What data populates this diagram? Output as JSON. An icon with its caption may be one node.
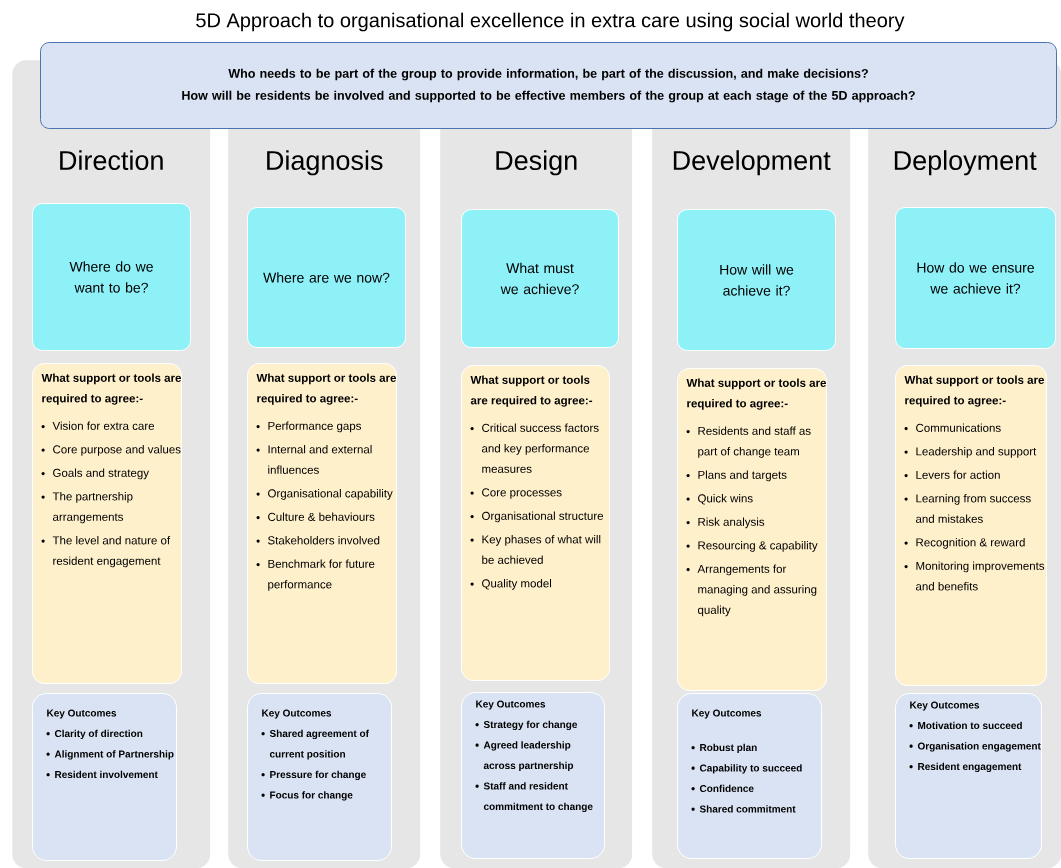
{
  "diagram": {
    "title": "5D Approach to organisational excellence in extra care using social world theory",
    "nodes": [
      {
        "text": [
          "Who needs to be part of the group to provide information, be part of the discussion, and make decisions?",
          "How will be residents be involved and supported to be effective members of the group at each stage of the 5D approach?"
        ]
      },
      {
        "text": [
          "Direction"
        ]
      },
      {
        "text": [
          "Where do we want to be?"
        ],
        "in": 1
      },
      {
        "text": [
          "What support or tools are required to agree:-",
          "Vision for extra care",
          "Core purpose and values",
          "Goals and strategy",
          "The partnership arrangements",
          "The level and nature of resident engagement"
        ],
        "in": 1
      },
      {
        "text": [
          "Key Outcomes",
          "Clarity of direction",
          "Alignment of Partnership",
          "Resident involvement"
        ],
        "in": 1
      },
      {
        "text": [
          "Diagnosis"
        ]
      },
      {
        "text": [
          "Where are we now?"
        ],
        "in": 5
      },
      {
        "text": [
          "What support or tools are required to agree:-",
          "Performance gaps",
          "Internal and external influences",
          "Organisational capability",
          "Culture & behaviours",
          "Stakeholders involved",
          "Benchmark for future performance"
        ],
        "in": 5
      },
      {
        "text": [
          "Key Outcomes",
          "Shared agreement of current position",
          "Pressure for change",
          "Focus for change"
        ],
        "in": 5
      },
      {
        "text": [
          "Design"
        ]
      },
      {
        "text": [
          "What must we achieve?"
        ],
        "in": 9
      },
      {
        "text": [
          "What support or tools are required to agree:-",
          "Critical success factors and key performance measures",
          "Core processes",
          "Organisational structure",
          "Key phases of what will be achieved",
          "Quality model"
        ],
        "in": 9
      },
      {
        "text": [
          "Key Outcomes",
          "Strategy for change",
          "Agreed leadership across partnership",
          "Staff and resident commitment to change"
        ],
        "in": 9
      },
      {
        "text": [
          "Development"
        ]
      },
      {
        "text": [
          "How will we achieve it?"
        ],
        "in": 13
      },
      {
        "text": [
          "What support or tools are required to agree:-",
          "Residents and staff as part of change team",
          "Plans and targets",
          "Quick wins",
          "Risk analysis",
          "Resourcing & capability",
          "Arrangements for managing and assuring quality"
        ],
        "in": 13
      },
      {
        "text": [
          "Key Outcomes",
          "Robust plan",
          "Capability to succeed",
          "Confidence",
          "Shared commitment"
        ],
        "in": 13
      },
      {
        "text": [
          "Deployment"
        ]
      },
      {
        "text": [
          "How do we ensure we achieve it?"
        ],
        "in": 17
      },
      {
        "text": [
          "What support or tools are required to agree:-",
          "Communications",
          "Leadership and support",
          "Levers for action",
          "Learning from success and mistakes",
          "Recognition & reward",
          "Monitoring improvements and benefits"
        ],
        "in": 17
      },
      {
        "text": [
          "Key Outcomes",
          "Motivation to succeed",
          "Organisation engagement",
          "Resident engagement"
        ],
        "in": 17
      }
    ]
  }
}
